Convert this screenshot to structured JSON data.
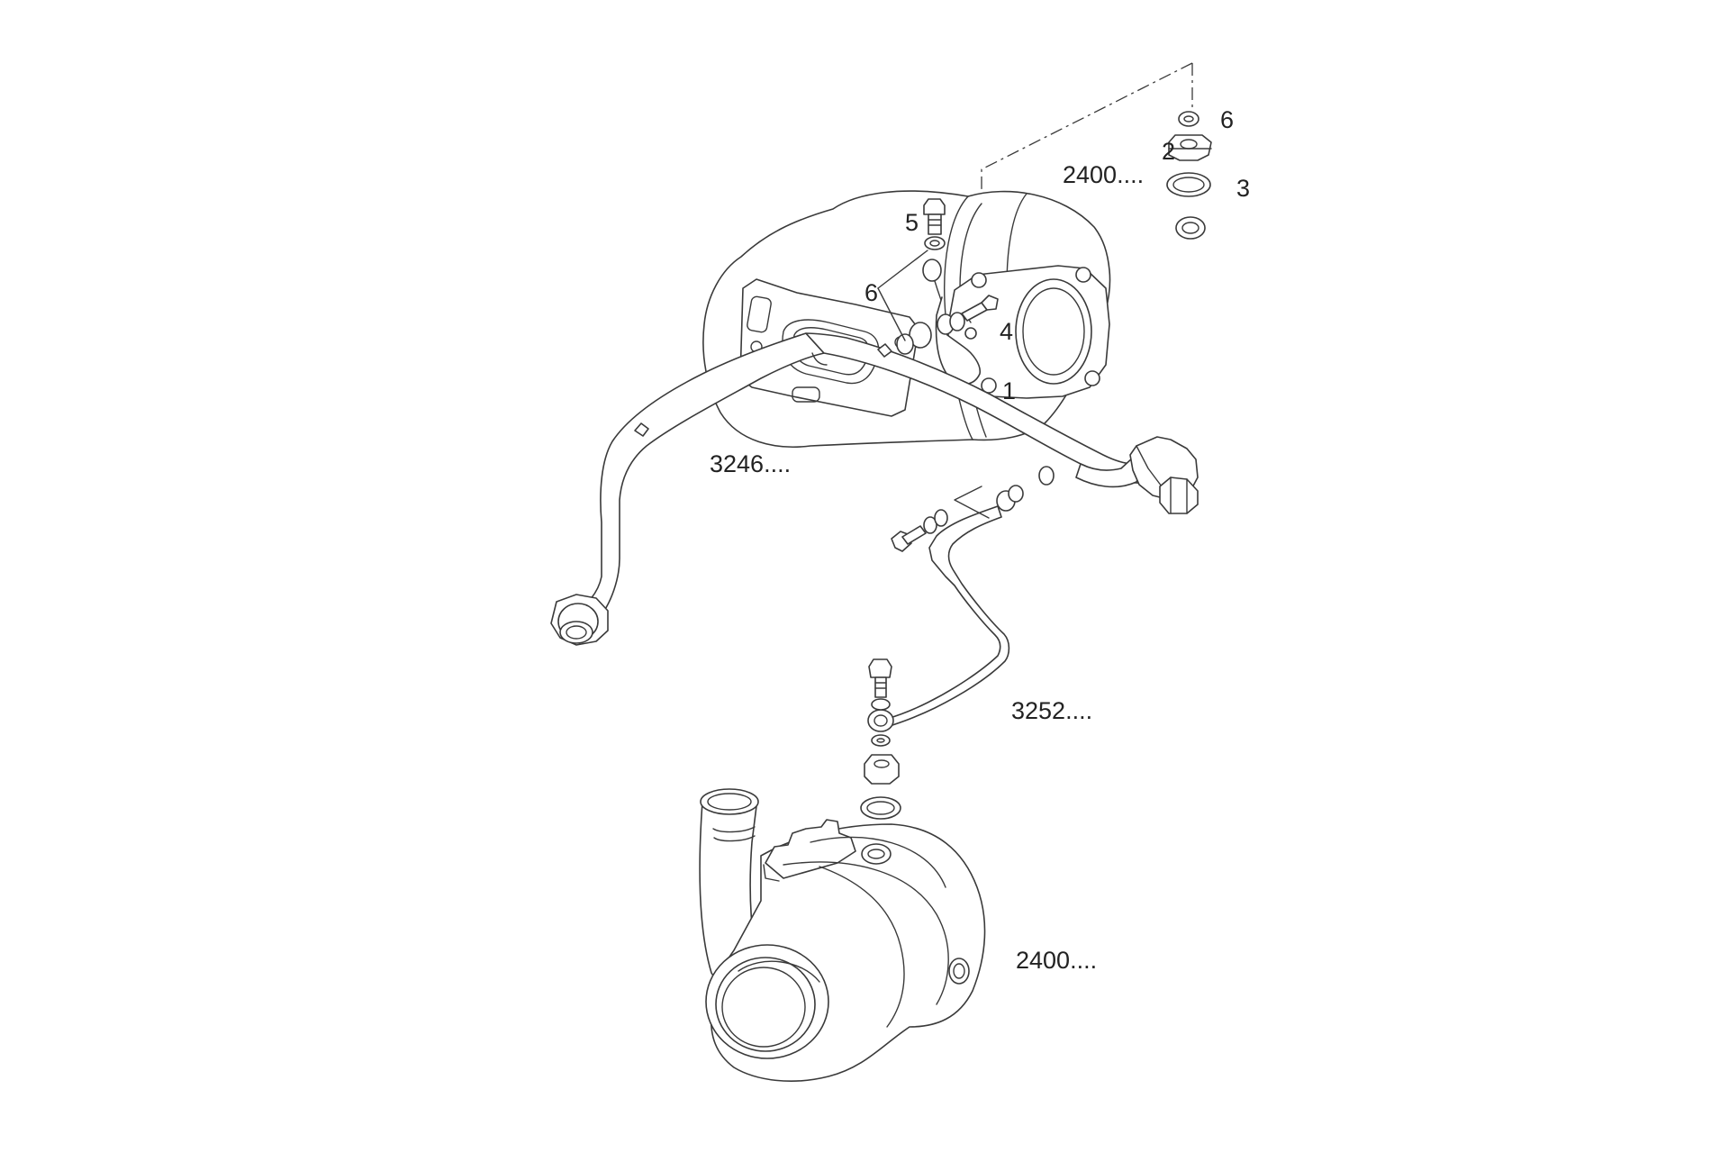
{
  "labels": {
    "turbo_top": "2400....",
    "turbo_bottom": "2400....",
    "pipe_main": "3246....",
    "pipe_small": "3252....",
    "item_1": "1",
    "item_2": "2",
    "item_3": "3",
    "item_4": "4",
    "item_5": "5",
    "item_6_left": "6",
    "item_6_right": "6"
  },
  "colors": {
    "line": "#3a3a3a",
    "background": "#ffffff",
    "text": "#222222"
  }
}
